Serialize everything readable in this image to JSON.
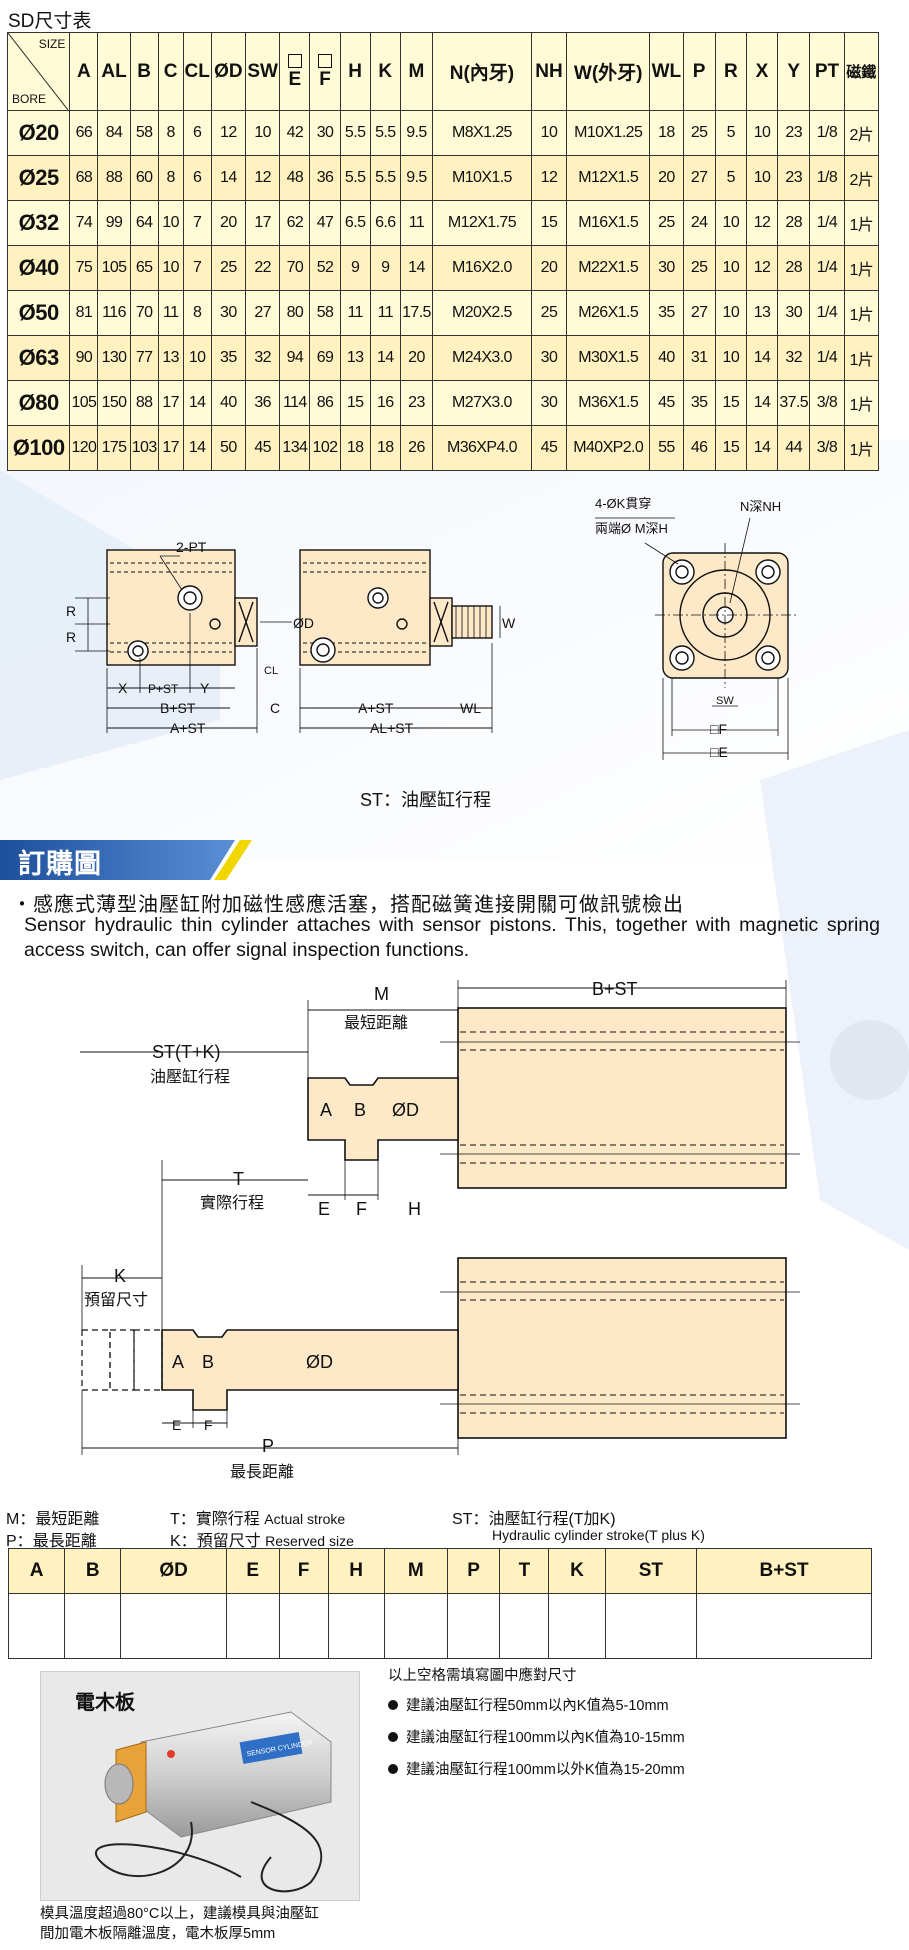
{
  "title": "SD尺寸表",
  "table": {
    "corner_size": "SIZE",
    "corner_bore": "BORE",
    "headers": [
      "A",
      "AL",
      "B",
      "C",
      "CL",
      "ØD",
      "SW",
      "E",
      "F",
      "H",
      "K",
      "M",
      "N(內牙)",
      "NH",
      "W(外牙)",
      "WL",
      "P",
      "R",
      "X",
      "Y",
      "PT",
      "磁鐵"
    ],
    "rows": [
      {
        "bore": "Ø20",
        "cells": [
          "66",
          "84",
          "58",
          "8",
          "6",
          "12",
          "10",
          "42",
          "30",
          "5.5",
          "5.5",
          "9.5",
          "M8X1.25",
          "10",
          "M10X1.25",
          "18",
          "25",
          "5",
          "10",
          "23",
          "1/8",
          "2片"
        ]
      },
      {
        "bore": "Ø25",
        "cells": [
          "68",
          "88",
          "60",
          "8",
          "6",
          "14",
          "12",
          "48",
          "36",
          "5.5",
          "5.5",
          "9.5",
          "M10X1.5",
          "12",
          "M12X1.5",
          "20",
          "27",
          "5",
          "10",
          "23",
          "1/8",
          "2片"
        ]
      },
      {
        "bore": "Ø32",
        "cells": [
          "74",
          "99",
          "64",
          "10",
          "7",
          "20",
          "17",
          "62",
          "47",
          "6.5",
          "6.6",
          "11",
          "M12X1.75",
          "15",
          "M16X1.5",
          "25",
          "24",
          "10",
          "12",
          "28",
          "1/4",
          "1片"
        ]
      },
      {
        "bore": "Ø40",
        "cells": [
          "75",
          "105",
          "65",
          "10",
          "7",
          "25",
          "22",
          "70",
          "52",
          "9",
          "9",
          "14",
          "M16X2.0",
          "20",
          "M22X1.5",
          "30",
          "25",
          "10",
          "12",
          "28",
          "1/4",
          "1片"
        ]
      },
      {
        "bore": "Ø50",
        "cells": [
          "81",
          "116",
          "70",
          "11",
          "8",
          "30",
          "27",
          "80",
          "58",
          "11",
          "11",
          "17.5",
          "M20X2.5",
          "25",
          "M26X1.5",
          "35",
          "27",
          "10",
          "13",
          "30",
          "1/4",
          "1片"
        ]
      },
      {
        "bore": "Ø63",
        "cells": [
          "90",
          "130",
          "77",
          "13",
          "10",
          "35",
          "32",
          "94",
          "69",
          "13",
          "14",
          "20",
          "M24X3.0",
          "30",
          "M30X1.5",
          "40",
          "31",
          "10",
          "14",
          "32",
          "1/4",
          "1片"
        ]
      },
      {
        "bore": "Ø80",
        "cells": [
          "105",
          "150",
          "88",
          "17",
          "14",
          "40",
          "36",
          "114",
          "86",
          "15",
          "16",
          "23",
          "M27X3.0",
          "30",
          "M36X1.5",
          "45",
          "35",
          "15",
          "14",
          "37.5",
          "3/8",
          "1片"
        ]
      },
      {
        "bore": "Ø100",
        "cells": [
          "120",
          "175",
          "103",
          "17",
          "14",
          "50",
          "45",
          "134",
          "102",
          "18",
          "18",
          "26",
          "M36XP4.0",
          "45",
          "M40XP2.0",
          "55",
          "46",
          "15",
          "14",
          "44",
          "3/8",
          "1片"
        ]
      }
    ]
  },
  "drawing": {
    "label_2pt": "2-PT",
    "label_r": "R",
    "label_od": "ØD",
    "label_x": "X",
    "label_p_st": "P+ST",
    "label_y": "Y",
    "label_cl": "CL",
    "label_b_st": "B+ST",
    "label_c": "C",
    "label_a_st": "A+ST",
    "label_w": "W",
    "label_wl": "WL",
    "label_al_st": "AL+ST",
    "label_4k": "4-ØK貫穿",
    "label_2m": "兩端Ø  M深H",
    "label_nnh": "N深NH",
    "label_sw": "SW",
    "label_f": "□F",
    "label_e": "□E",
    "st_note": "ST：油壓缸行程"
  },
  "order": {
    "heading": "訂購圖",
    "bullet_zh": "・感應式薄型油壓缸附加磁性感應活塞，搭配磁簧進接開關可做訊號檢出",
    "bullet_en": "Sensor hydraulic thin cylinder attaches with sensor pistons. This, together with magnetic spring access switch, can offer signal inspection functions.",
    "fig": {
      "m": "M",
      "m_zh": "最短距離",
      "b_st": "B+ST",
      "st_tk": "ST(T+K)",
      "st_zh": "油壓缸行程",
      "a": "A",
      "b": "B",
      "od": "ØD",
      "t": "T",
      "t_zh": "實際行程",
      "e": "E",
      "f": "F",
      "h": "H",
      "k": "K",
      "k_zh": "預留尺寸",
      "p": "P",
      "p_zh": "最長距離"
    },
    "legend": {
      "m_key": "M：",
      "m_zh": "最短距離",
      "p_key": "P：",
      "p_zh": "最長距離",
      "t_key": "T：",
      "t_zh": "實際行程",
      "t_en": "Actual stroke",
      "k_key": "K：",
      "k_zh": "預留尺寸",
      "k_en": "Reserved size",
      "st_key": "ST：",
      "st_zh": "油壓缸行程(T加K)",
      "st_en": "Hydraulic cylinder stroke(T plus K)"
    },
    "table_headers": [
      "A",
      "B",
      "ØD",
      "E",
      "F",
      "H",
      "M",
      "P",
      "T",
      "K",
      "ST",
      "B+ST"
    ],
    "notes_title": "以上空格需填寫圖中應對尺寸",
    "notes": [
      "建議油壓缸行程50mm以內K值為5-10mm",
      "建議油壓缸行程100mm以內K值為10-15mm",
      "建議油壓缸行程100mm以外K值為15-20mm"
    ],
    "photo_label": "電木板",
    "photo_tag": "SENSOR CYLINDER",
    "caption_1": "模具溫度超過80°C以上，建議模具與油壓缸",
    "caption_2": "間加電木板隔離溫度，電木板厚5mm"
  }
}
